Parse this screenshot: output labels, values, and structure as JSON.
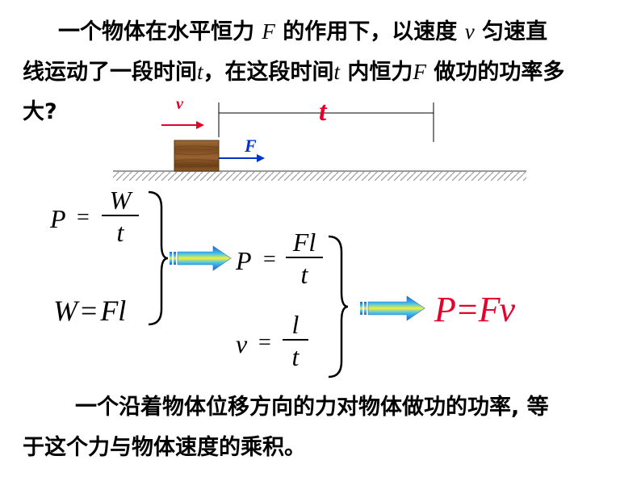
{
  "question": {
    "line1_a": "一个物体在水平恒力 ",
    "var_F": "F",
    "line1_b": " 的作用下，以速度 ",
    "var_v": "v",
    "line1_c": " 匀速直",
    "line2_a": "线运动了一段时间",
    "var_t": "t",
    "line2_b": "，在这段时间",
    "line2_c": " 内恒力",
    "line2_d": " 做功的功率多",
    "line3": "大?"
  },
  "diagram": {
    "velocity_label": "v",
    "time_label": "t",
    "force_label": "F"
  },
  "formulas": {
    "P": "P",
    "eq": "=",
    "W": "W",
    "t": "t",
    "Fl": "Fl",
    "v": "v",
    "l": "l",
    "result": "P=Fv"
  },
  "conclusion": {
    "line1": "一个沿着物体位移方向的力对物体做功的功率, 等",
    "line2": "于这个力与物体速度的乘积。"
  },
  "colors": {
    "accent_red": "#e4002b",
    "force_blue": "#0033cc",
    "ground_gray": "#b0b0b0",
    "block_brown": "#8b5a2b"
  }
}
